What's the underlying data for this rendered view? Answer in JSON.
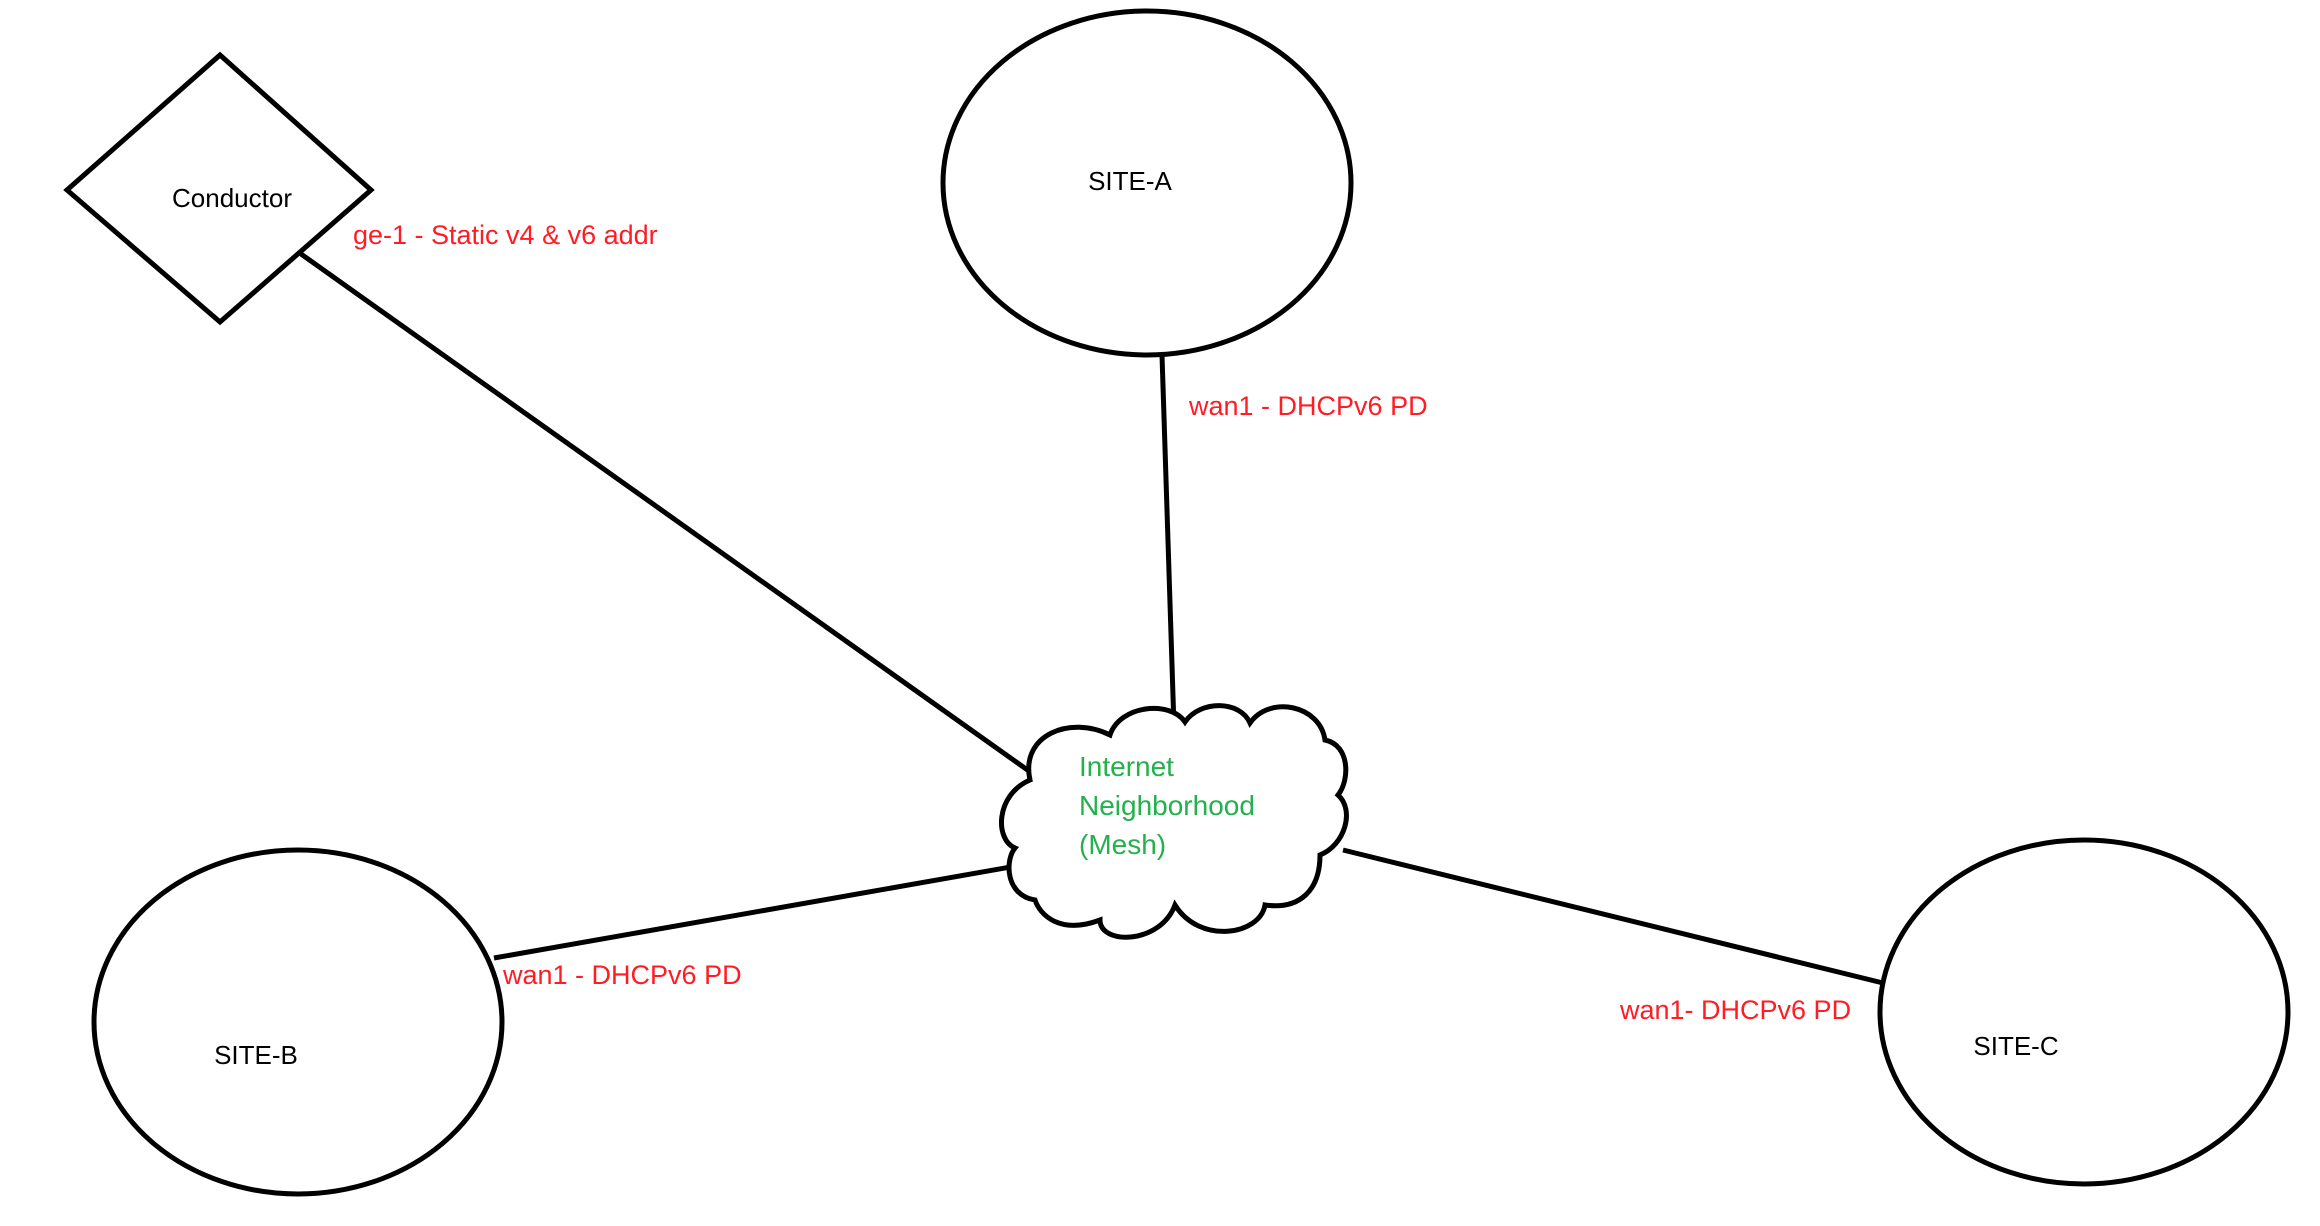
{
  "nodes": {
    "conductor": {
      "label": "Conductor"
    },
    "site_a": {
      "label": "SITE-A"
    },
    "site_b": {
      "label": "SITE-B"
    },
    "site_c": {
      "label": "SITE-C"
    },
    "cloud": {
      "lines": [
        "Internet",
        "Neighborhood",
        "(Mesh)"
      ]
    }
  },
  "links": {
    "conductor": {
      "label": "ge-1 - Static v4 & v6 addr"
    },
    "site_a": {
      "label": "wan1 - DHCPv6 PD"
    },
    "site_b": {
      "label": "wan1 - DHCPv6 PD"
    },
    "site_c": {
      "label": "wan1- DHCPv6 PD"
    }
  },
  "colors": {
    "link_label": "#ff1c24",
    "cloud_label": "#22b14c",
    "stroke": "#000000"
  }
}
